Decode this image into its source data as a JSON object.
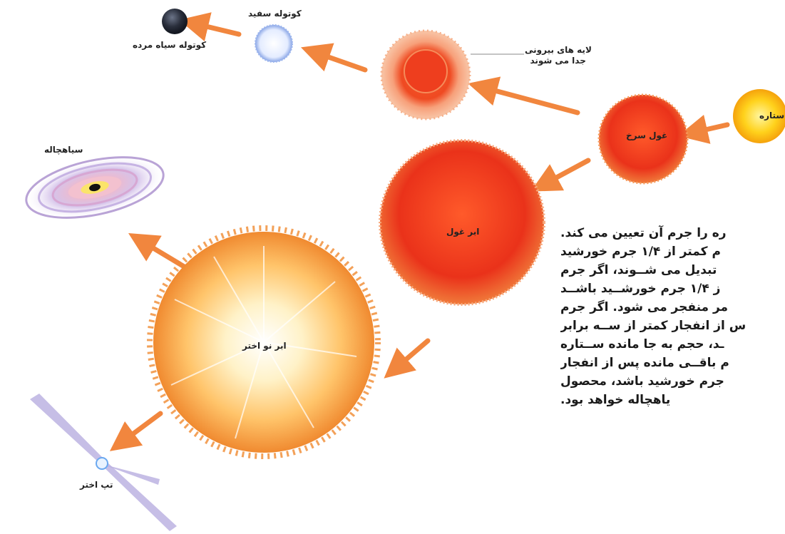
{
  "labels": {
    "black_dwarf": "کوتوله سیاه مرده",
    "white_dwarf": "کوتوله سفید",
    "outer_layers_line1": "لایه های بیرونی",
    "outer_layers_line2": "جدا می شوند",
    "star": "ستاره",
    "red_giant": "غول سرخ",
    "black_hole": "سیاهچاله",
    "supergiant": "ابر غول",
    "supernova": "ابر نو اختر",
    "pulsar": "تپ اختر"
  },
  "paragraph": [
    "ره را جرم آن تعیین می کند.",
    "م کمتر از ۱/۴ جرم خورشید",
    "تبدیل می شــوند، اگر جرم",
    "ز ۱/۴ جرم خورشــید باشــد",
    "مر منفجر می شود. اگر جرم",
    "س از انفجار کمتر از ســه برابر",
    "ـد، حجم به جا مانده ســتاره",
    "م باقــی مانده پس از انفجار",
    "جرم خورشید باشد، محصول",
    "یاهچاله خواهد بود."
  ],
  "colors": {
    "arrow": "#f07a2a",
    "star": "#ffd21c",
    "red_giant": "#ef3a1c",
    "supergiant": "#ee3a20",
    "white_dwarf": "#dfe9ff",
    "black_dwarf": "#2a2f3c",
    "galaxy": "#b9a3d6",
    "pulsar": "#b8aee0"
  }
}
